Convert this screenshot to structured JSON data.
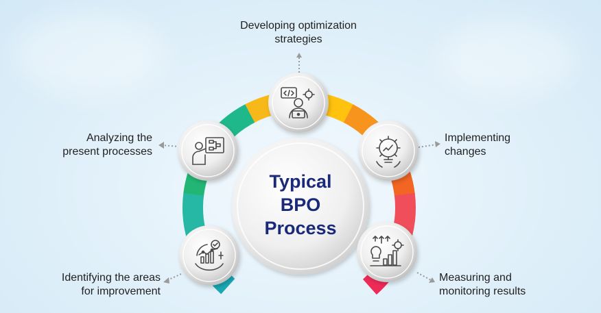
{
  "title": "Typical\nBPO\nProcess",
  "steps": [
    {
      "label": "Developing optimization\nstrategies",
      "icon": "developer-laptop-gear-icon"
    },
    {
      "label": "Implementing\nchanges",
      "icon": "lightbulb-gear-icon"
    },
    {
      "label": "Measuring and\nmonitoring results",
      "icon": "bulb-chart-gear-icon"
    },
    {
      "label": "Identifying the areas\nfor improvement",
      "icon": "target-chart-icon"
    },
    {
      "label": "Analyzing the\npresent processes",
      "icon": "presenter-board-icon"
    }
  ],
  "colors": {
    "title": "#1b2a78",
    "ring_segments": [
      "#19a9b4",
      "#27b7a5",
      "#22b573",
      "#1fb88a",
      "#f7b819",
      "#ffc20e",
      "#f7941d",
      "#f26522",
      "#f04e5a",
      "#ee2a57"
    ],
    "icon_stroke": "#4a4a4a",
    "connector": "#9a9a9a"
  }
}
